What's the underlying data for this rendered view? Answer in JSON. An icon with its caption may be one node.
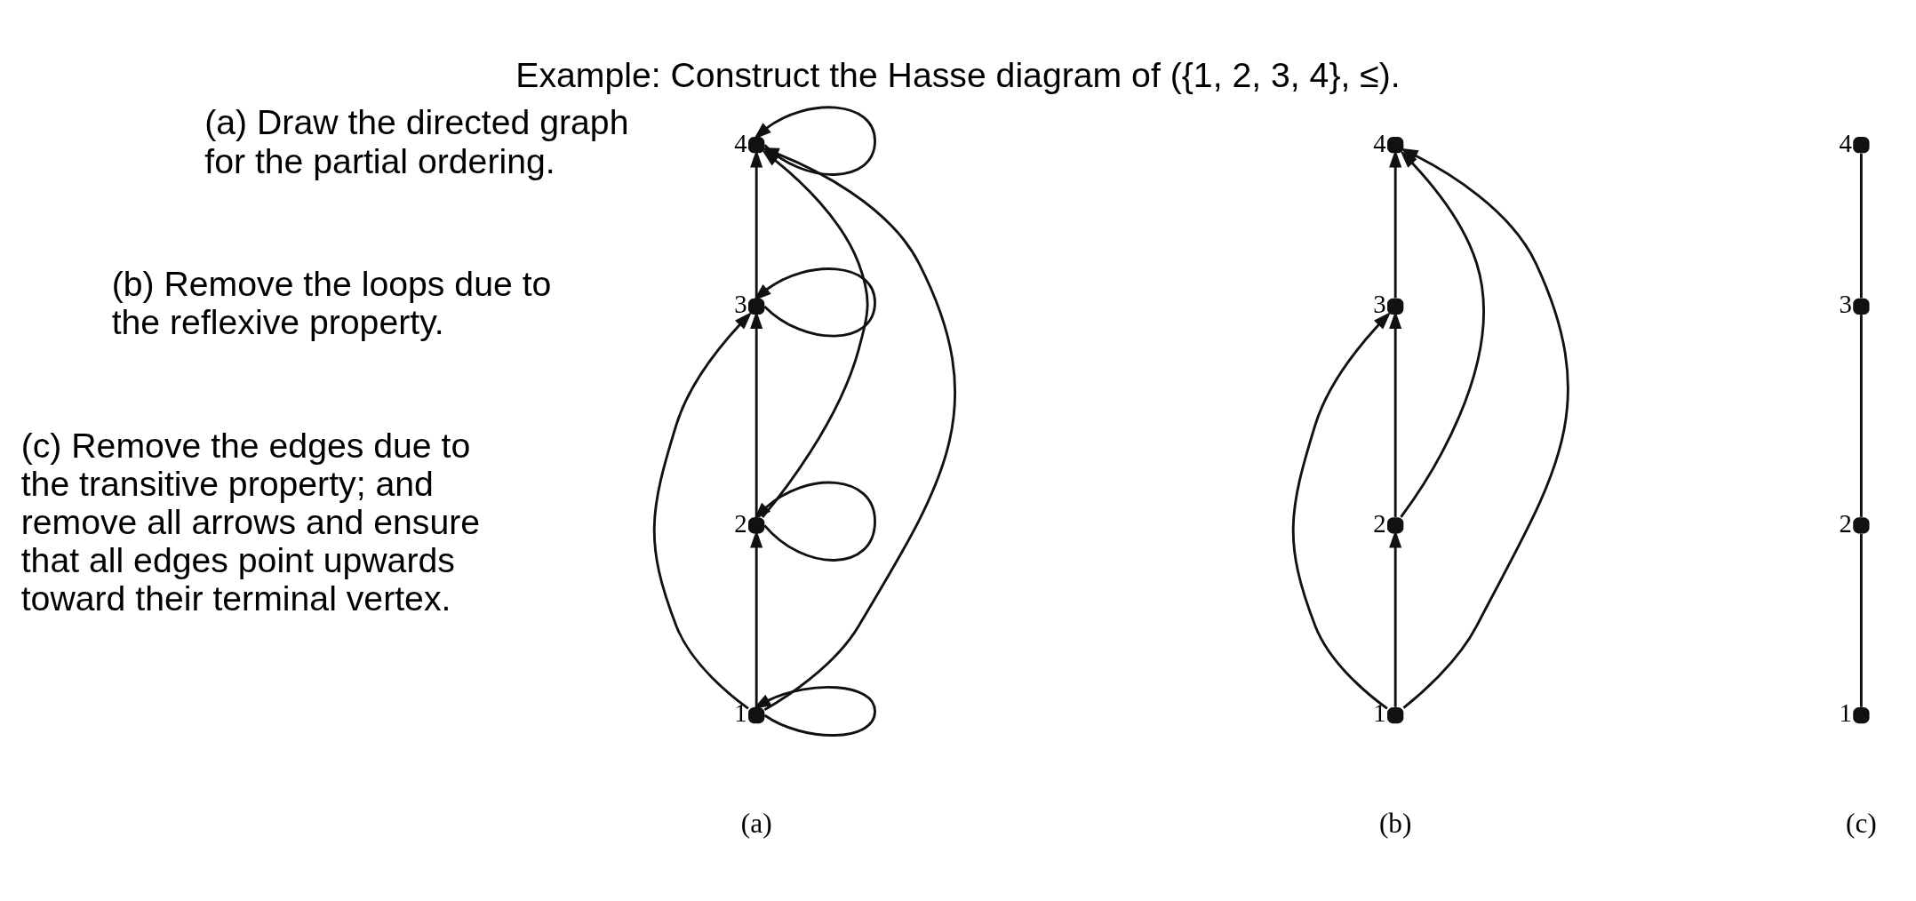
{
  "diagram": {
    "title": "Example: Construct the Hasse diagram of ({1, 2, 3, 4}, ≤).",
    "nodes": [
      {
        "text": [],
        "shape": "circle",
        "beside": [
          "4"
        ]
      },
      {
        "text": [],
        "shape": "circle",
        "beside": [
          "3"
        ]
      },
      {
        "text": [],
        "shape": "circle",
        "beside": [
          "2"
        ]
      },
      {
        "text": [],
        "shape": "circle",
        "beside": [
          "1"
        ]
      },
      {
        "text": [],
        "shape": "circle",
        "beside": [
          "4"
        ]
      },
      {
        "text": [],
        "shape": "circle",
        "beside": [
          "3"
        ]
      },
      {
        "text": [],
        "shape": "circle",
        "beside": [
          "2"
        ]
      },
      {
        "text": [],
        "shape": "circle",
        "beside": [
          "1"
        ]
      },
      {
        "text": [],
        "shape": "circle",
        "beside": [
          "4"
        ]
      },
      {
        "text": [],
        "shape": "circle",
        "beside": [
          "3"
        ]
      },
      {
        "text": [],
        "shape": "circle",
        "beside": [
          "2"
        ]
      },
      {
        "text": [],
        "shape": "circle",
        "beside": [
          "1"
        ]
      }
    ],
    "edges": [
      {
        "from": 3,
        "to": 2,
        "arrow": "to"
      },
      {
        "from": 2,
        "to": 1,
        "arrow": "to"
      },
      {
        "from": 1,
        "to": 0,
        "arrow": "to"
      },
      {
        "from": 3,
        "to": 1,
        "arrow": "to"
      },
      {
        "from": 2,
        "to": 0,
        "arrow": "to"
      },
      {
        "from": 3,
        "to": 0,
        "arrow": "to"
      },
      {
        "from": 0,
        "to": 0,
        "arrow": "to"
      },
      {
        "from": 1,
        "to": 1,
        "arrow": "to"
      },
      {
        "from": 2,
        "to": 2,
        "arrow": "to"
      },
      {
        "from": 3,
        "to": 3,
        "arrow": "to"
      },
      {
        "from": 7,
        "to": 6,
        "arrow": "to"
      },
      {
        "from": 6,
        "to": 5,
        "arrow": "to"
      },
      {
        "from": 5,
        "to": 4,
        "arrow": "to"
      },
      {
        "from": 7,
        "to": 5,
        "arrow": "to"
      },
      {
        "from": 6,
        "to": 4,
        "arrow": "to"
      },
      {
        "from": 7,
        "to": 4,
        "arrow": "to"
      },
      {
        "from": 11,
        "to": 10,
        "arrow": "none"
      },
      {
        "from": 10,
        "to": 9,
        "arrow": "none"
      },
      {
        "from": 9,
        "to": 8,
        "arrow": "none"
      }
    ],
    "labels": [
      "(a) Draw the directed graph for the partial ordering.",
      "(b) Remove the loops due to the reflexive property.",
      "(c) Remove the edges due to the transitive property; and remove all arrows and ensure that all edges point upwards toward their terminal vertex.",
      "(a)",
      "(b)",
      "(c)"
    ]
  }
}
